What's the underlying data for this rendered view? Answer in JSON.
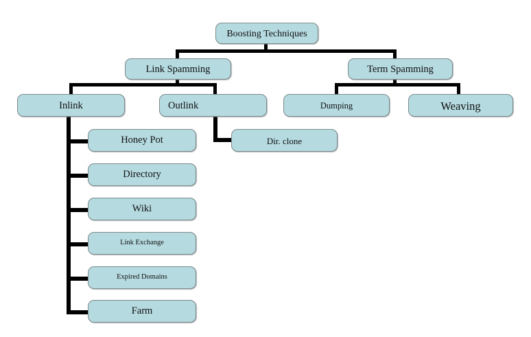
{
  "diagram": {
    "title": "Boosting Techniques taxonomy",
    "background_color": "#ffffff",
    "node_fill": "#b5dae0",
    "node_border": "#7c8a8c",
    "connector_color": "#000000",
    "nodes": {
      "root": "Boosting Techniques",
      "link_spamming": "Link Spamming",
      "term_spamming": "Term Spamming",
      "inlink": "Inlink",
      "outlink": "Outlink",
      "dumping": "Dumping",
      "weaving": "Weaving",
      "dir_clone": "Dir. clone",
      "honey_pot": "Honey Pot",
      "directory": "Directory",
      "wiki": "Wiki",
      "link_exchange": "Link Exchange",
      "expired_domains": "Expired Domains",
      "farm": "Farm"
    }
  }
}
